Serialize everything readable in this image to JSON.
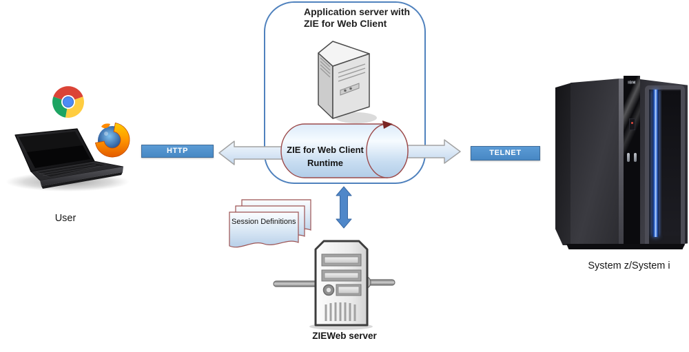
{
  "colors": {
    "container_border": "#4f81bd",
    "cylinder_border": "#9c4a4a",
    "protocol_box_fill": "#4e8ecb",
    "protocol_box_border": "#3c6a99",
    "sync_arrow_fill": "#4f87c9",
    "document_border": "#9c5252"
  },
  "icons": [
    "laptop-icon",
    "chrome-icon",
    "firefox-icon",
    "server-tower-3d-icon",
    "runtime-cylinder-icon",
    "document-stack-icon",
    "server-tower-front-icon",
    "mainframe-icon",
    "left-arrow-icon",
    "right-arrow-icon",
    "up-down-arrow-icon"
  ],
  "user": {
    "label": "User"
  },
  "app_server": {
    "title_line1": "Application server with",
    "title_line2": "ZIE for Web Client",
    "runtime_line1": "ZIE for Web Client",
    "runtime_line2": "Runtime"
  },
  "connections": {
    "http_label": "HTTP",
    "telnet_label": "TELNET"
  },
  "session_definitions": {
    "label": "Session Definitions"
  },
  "zieweb_server": {
    "label": "ZIEWeb server"
  },
  "mainframe": {
    "brand": "IBM",
    "label": "System z/System i"
  }
}
